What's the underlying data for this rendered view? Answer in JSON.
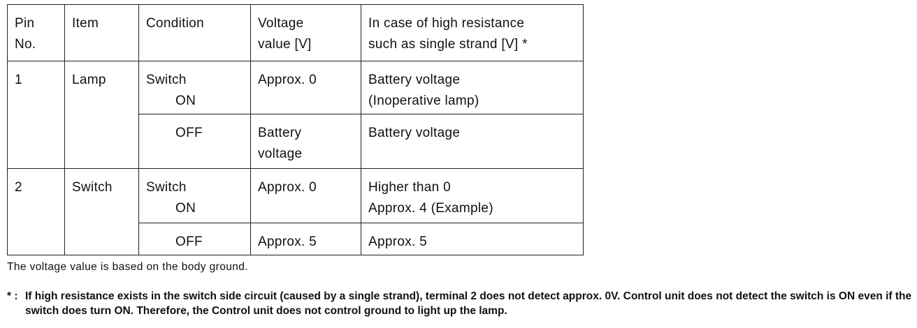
{
  "table": {
    "headers": {
      "pin": [
        "Pin",
        "No."
      ],
      "item": "Item",
      "condition": "Condition",
      "voltage": [
        "Voltage",
        "value [V]"
      ],
      "high_res": [
        "In case of high resistance",
        "such as single strand [V] *"
      ]
    },
    "rows": [
      {
        "pin": "1",
        "item": "Lamp",
        "states": [
          {
            "condition": [
              "Switch",
              "ON"
            ],
            "voltage": [
              "Approx. 0"
            ],
            "high_res": [
              "Battery voltage",
              "(Inoperative lamp)"
            ]
          },
          {
            "condition": [
              "OFF"
            ],
            "voltage": [
              "Battery",
              "voltage"
            ],
            "high_res": [
              "Battery voltage"
            ]
          }
        ]
      },
      {
        "pin": "2",
        "item": "Switch",
        "states": [
          {
            "condition": [
              "Switch",
              "ON"
            ],
            "voltage": [
              "Approx. 0"
            ],
            "high_res": [
              "Higher than 0",
              "Approx. 4 (Example)"
            ]
          },
          {
            "condition": [
              "OFF"
            ],
            "voltage": [
              "Approx. 5"
            ],
            "high_res": [
              "Approx. 5"
            ]
          }
        ]
      }
    ]
  },
  "note": "The voltage value is based on the body ground.",
  "footnote": {
    "mark": "* :",
    "text": "If high resistance exists in the switch side circuit (caused by a single strand), terminal 2 does not detect approx. 0V. Control unit does not detect the switch is ON even if the switch does turn ON. Therefore, the Control unit does not control ground to light up the lamp."
  }
}
